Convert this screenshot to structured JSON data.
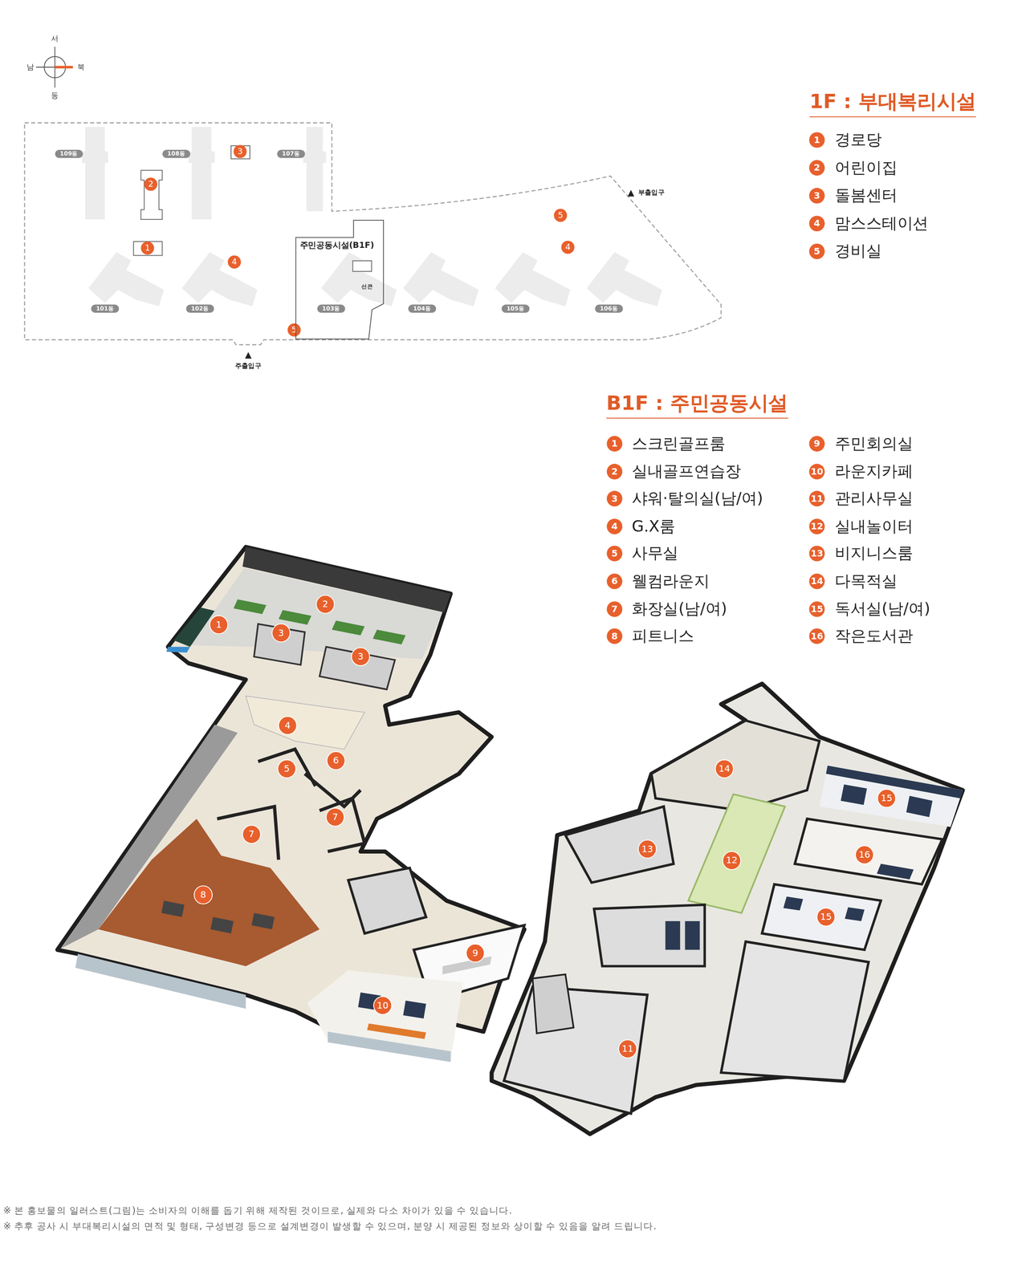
{
  "diagram": {
    "nodes": [
      {
        "text": [
          "주민공동시설(B1F)"
        ]
      },
      {
        "text": [
          "선큰"
        ],
        "in": 0
      }
    ],
    "labels": [
      "서",
      "남",
      "북",
      "동",
      "109동",
      "108동",
      "3",
      "107동",
      "2",
      "부출입구",
      "5",
      "1",
      "4",
      "4",
      "101동",
      "102동",
      "103동",
      "104동",
      "105동",
      "106동",
      "5",
      "주출입구",
      "1F : 부대복리시설",
      "1",
      "경로당",
      "2",
      "어린이집",
      "3",
      "돌봄센터",
      "4",
      "맘스스테이션",
      "5",
      "경비실",
      "B1F : 주민공동시설",
      "1",
      "스크린골프룸",
      "2",
      "실내골프연습장",
      "3",
      "샤워·탈의실(남/여)",
      "4",
      "G.X룸",
      "5",
      "사무실",
      "6",
      "웰컴라운지",
      "7",
      "화장실(남/여)",
      "8",
      "피트니스",
      "9",
      "주민회의실",
      "10",
      "라운지카페",
      "11",
      "관리사무실",
      "12",
      "실내놀이터",
      "13",
      "비지니스룸",
      "14",
      "다목적실",
      "15",
      "독서실(남/여)",
      "16",
      "작은도서관",
      "1",
      "2",
      "3",
      "3",
      "4",
      "5",
      "6",
      "7",
      "7",
      "8",
      "9",
      "10",
      "11",
      "12",
      "13",
      "14",
      "15",
      "16",
      "15",
      "※ 본 홍보물의 일러스트(그림)는 소비자의 이해를 돕기 위해 제작된 것이므로, 실제와 다소 차이가 있을 수 있습니다.",
      "※ 추후 공사 시 부대복리시설의 면적 및 형태, 구성변경 등으로 설계변경이 발생할 수 있으며, 분양 시 제공된 정보와 상이할 수 있음을 알려 드립니다."
    ]
  }
}
